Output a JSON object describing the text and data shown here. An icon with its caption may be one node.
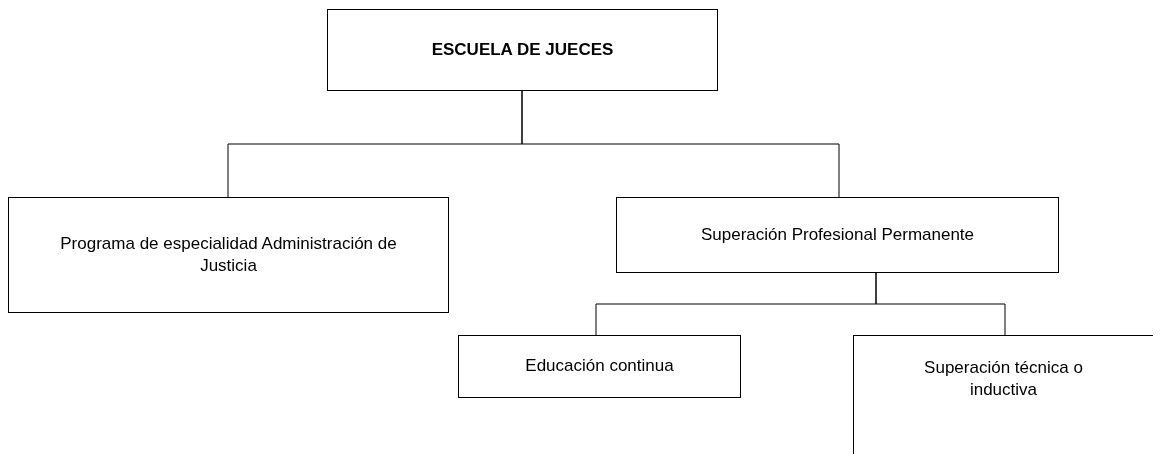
{
  "diagram": {
    "nodes": [
      {
        "text": [
          "ESCUELA DE JUECES"
        ]
      },
      {
        "text": [
          "Programa de especialidad Administración de Justicia"
        ]
      },
      {
        "text": [
          "Superación Profesional Permanente"
        ]
      },
      {
        "text": [
          "Educación continua"
        ]
      },
      {
        "text": [
          "Superación técnica o inductiva"
        ]
      }
    ],
    "edges": [
      {
        "from": 0,
        "to": 1,
        "arrow": "none"
      },
      {
        "from": 0,
        "to": 2,
        "arrow": "none"
      },
      {
        "from": 2,
        "to": 3,
        "arrow": "none"
      },
      {
        "from": 2,
        "to": 4,
        "arrow": "none"
      }
    ]
  }
}
